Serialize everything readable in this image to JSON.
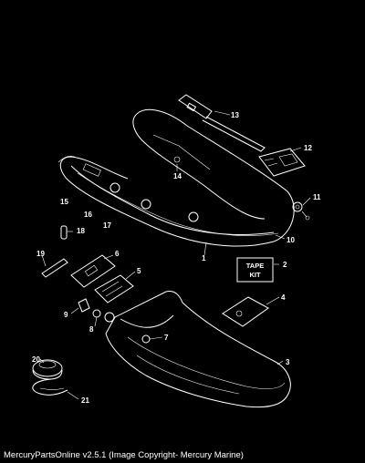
{
  "callouts": [
    "13",
    "12",
    "14",
    "11",
    "15",
    "16",
    "18",
    "17",
    "10",
    "1",
    "19",
    "6",
    "2",
    "5",
    "4",
    "9",
    "8",
    "7",
    "3",
    "20",
    "21"
  ],
  "tape_kit": {
    "line1": "TAPE",
    "line2": "KIT"
  },
  "footer": {
    "copyright": "MercuryPartsOnline v2.5.1 (Image Copyright- Mercury Marine)"
  }
}
